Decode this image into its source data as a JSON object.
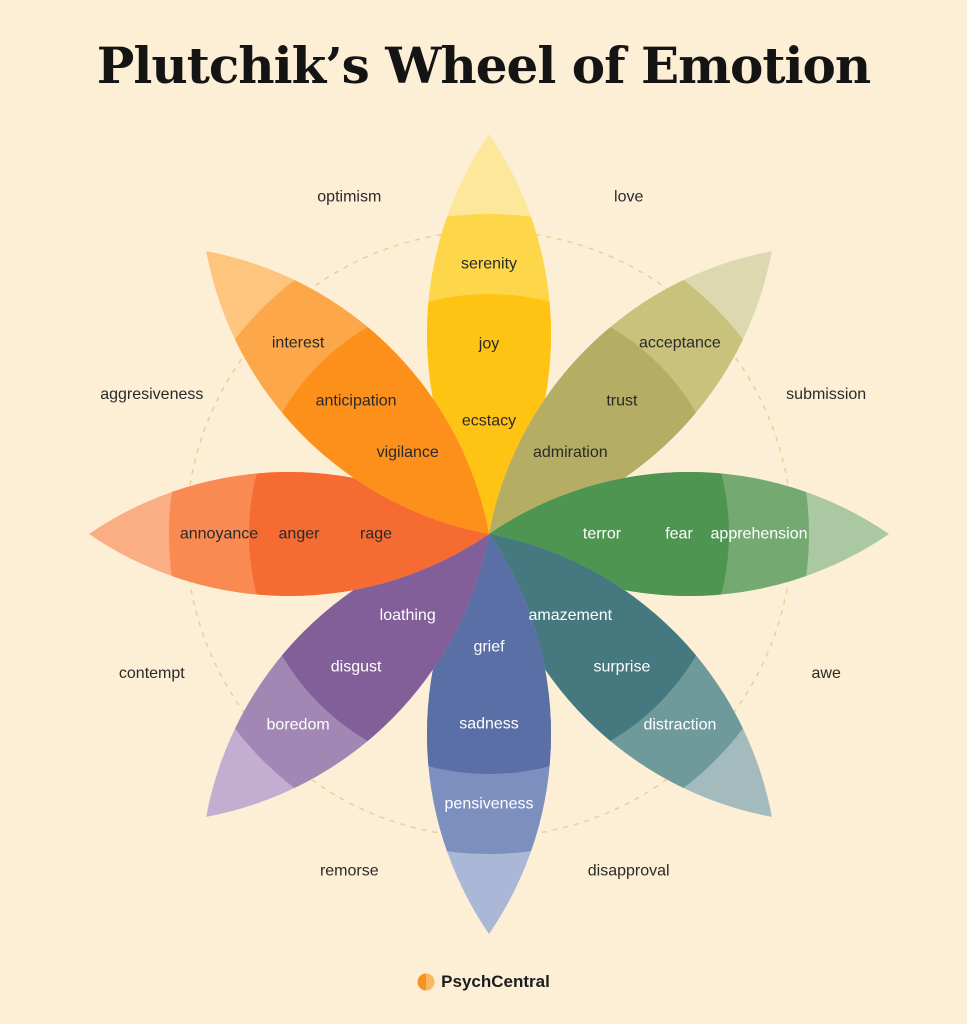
{
  "title": "Plutchik’s Wheel of Emotion",
  "petals": [
    {
      "name": "joy",
      "labels": [
        "serenity",
        "joy",
        "ecstacy"
      ],
      "colors": [
        "#fde79b",
        "#fdd649",
        "#ffc313"
      ],
      "light_text": false
    },
    {
      "name": "trust",
      "labels": [
        "acceptance",
        "trust",
        "admiration"
      ],
      "colors": [
        "#dcd9b1",
        "#c8c27c",
        "#b4ad63"
      ],
      "light_text": false
    },
    {
      "name": "fear",
      "labels": [
        "apprehension",
        "fear",
        "terror"
      ],
      "colors": [
        "#aac9a3",
        "#74aa71",
        "#4f9552"
      ],
      "light_text": true
    },
    {
      "name": "surprise",
      "labels": [
        "distraction",
        "surprise",
        "amazement"
      ],
      "colors": [
        "#a3bbbc",
        "#6f9a9c",
        "#46787f"
      ],
      "light_text": true
    },
    {
      "name": "sadness",
      "labels": [
        "pensiveness",
        "sadness",
        "grief"
      ],
      "colors": [
        "#abb7d6",
        "#7d8fbf",
        "#596fa6"
      ],
      "light_text": true
    },
    {
      "name": "disgust",
      "labels": [
        "boredom",
        "disgust",
        "loathing"
      ],
      "colors": [
        "#c2aed0",
        "#a287b5",
        "#835f99"
      ],
      "light_text": true
    },
    {
      "name": "anger",
      "labels": [
        "annoyance",
        "anger",
        "rage"
      ],
      "colors": [
        "#fbad84",
        "#f98a51",
        "#f56b31"
      ],
      "light_text": false
    },
    {
      "name": "anticipation",
      "labels": [
        "interest",
        "anticipation",
        "vigilance"
      ],
      "colors": [
        "#fdc57d",
        "#fca84a",
        "#fd8f1b"
      ],
      "light_text": false
    }
  ],
  "dyads": [
    "love",
    "submission",
    "awe",
    "disapproval",
    "remorse",
    "contempt",
    "aggresiveness",
    "optimism"
  ],
  "brand": {
    "name": "PsychCentral",
    "icon": "psychcentral-logo-icon",
    "color": "#f49321"
  },
  "text_colors": {
    "dark": "#2a2a2a",
    "light": "#ffffff"
  }
}
